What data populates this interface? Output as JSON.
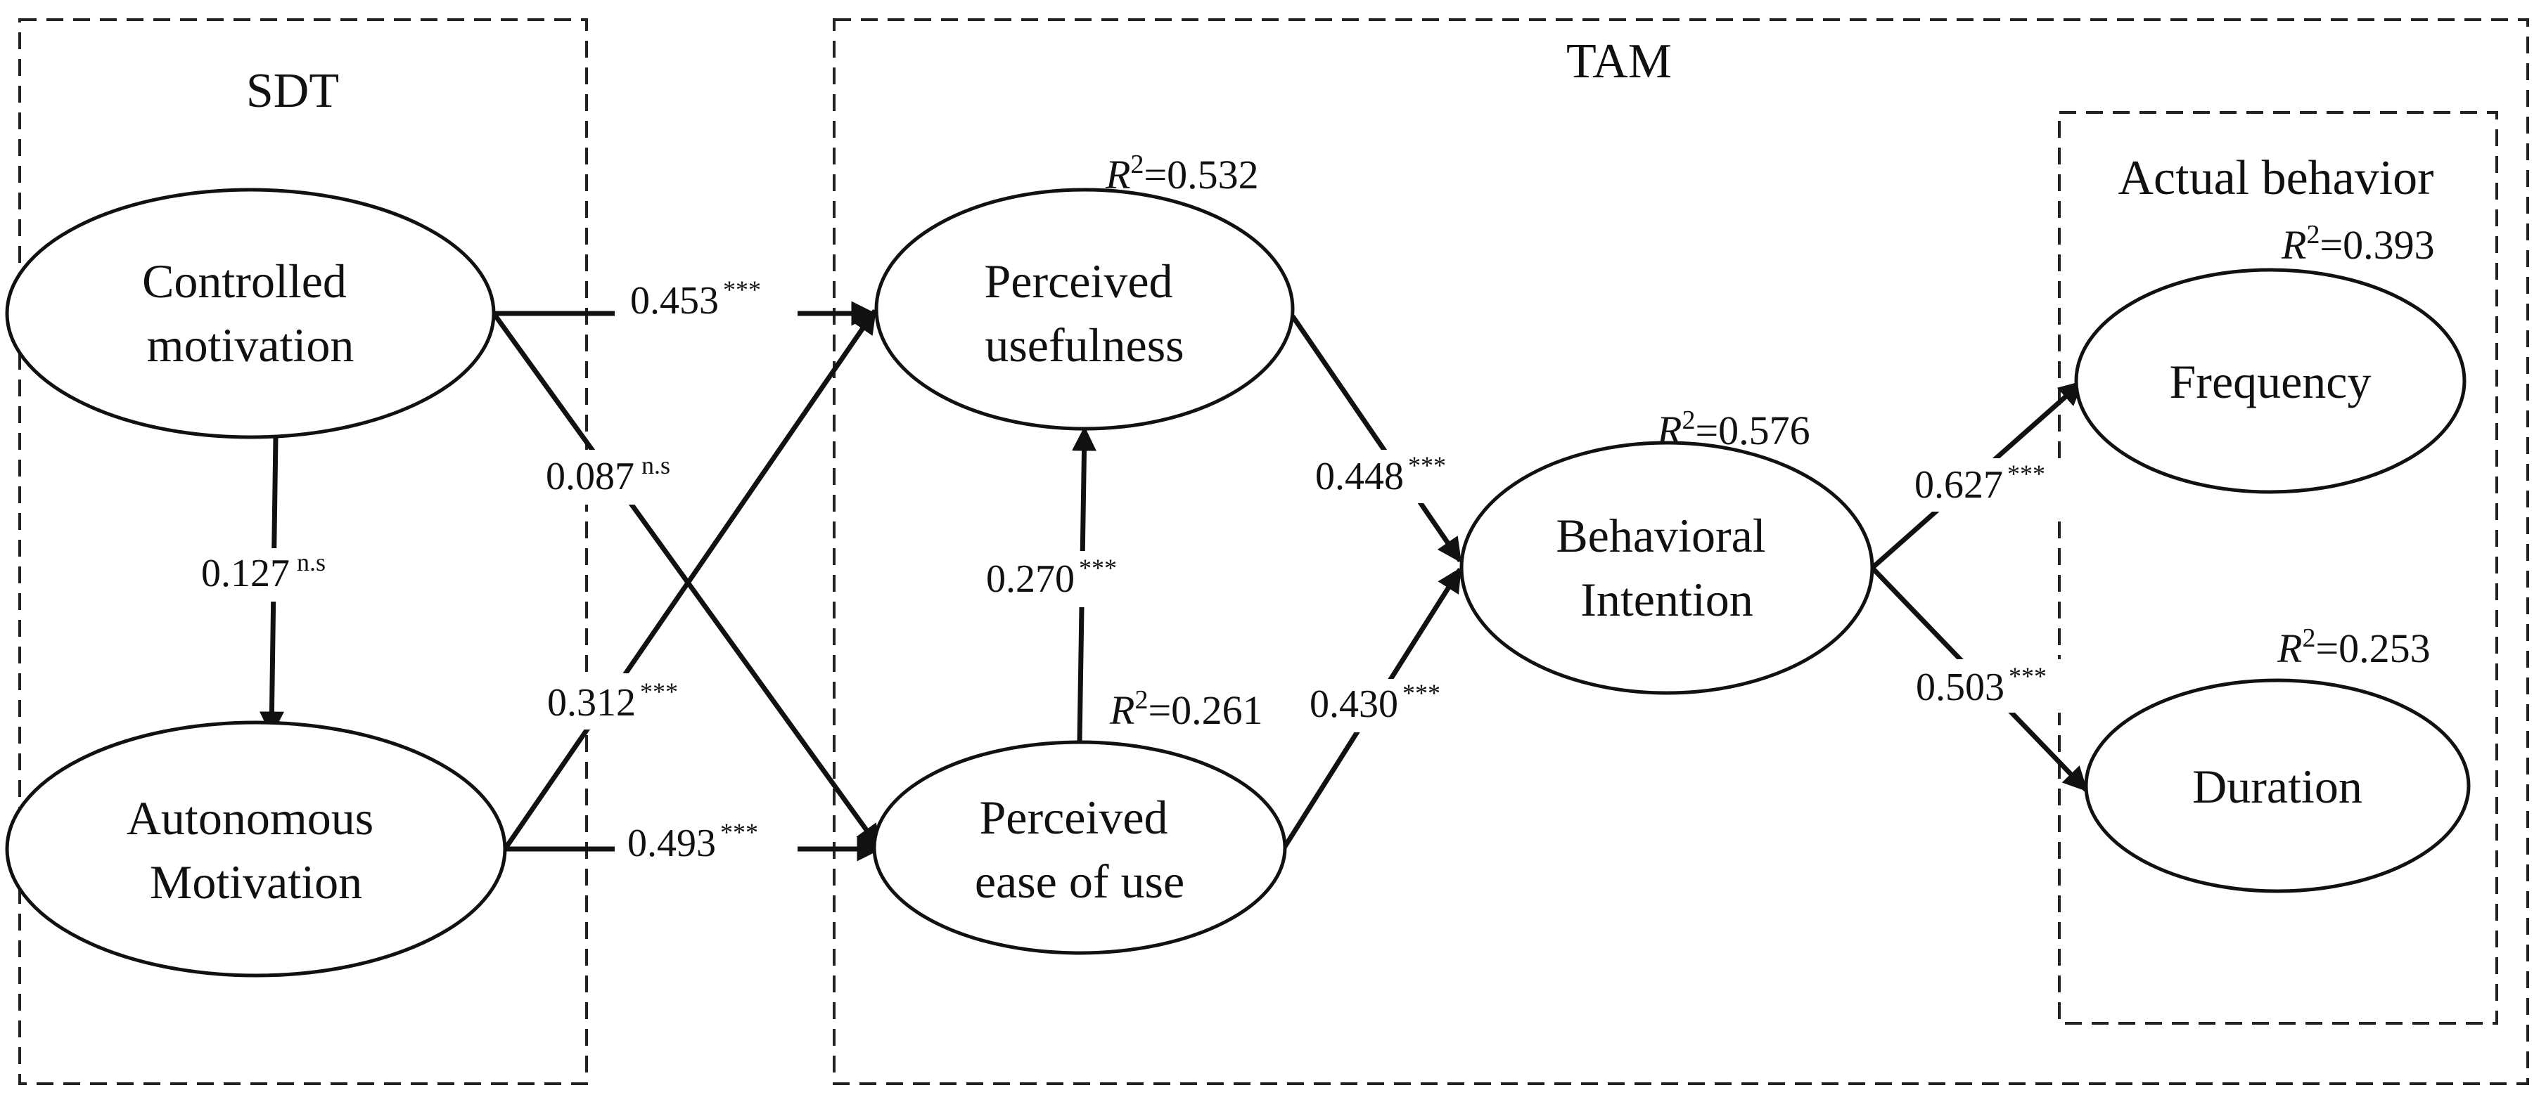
{
  "groups": {
    "sdt": "SDT",
    "tam": "TAM",
    "actual": "Actual behavior"
  },
  "nodes": {
    "controlled": [
      "Controlled",
      "motivation"
    ],
    "autonomous": [
      "Autonomous",
      "Motivation"
    ],
    "usefulness": [
      "Perceived",
      "usefulness"
    ],
    "ease": [
      "Perceived",
      "ease of use"
    ],
    "intention": [
      "Behavioral",
      "Intention"
    ],
    "frequency": [
      "Frequency"
    ],
    "duration": [
      "Duration"
    ]
  },
  "r2": {
    "prefix": "R",
    "power": "2",
    "usefulness": "=0.532",
    "ease": "=0.261",
    "intention": "=0.576",
    "frequency": "=0.393",
    "duration": "=0.253"
  },
  "paths": {
    "cm_pu": {
      "coef": "0.453",
      "sig": "***"
    },
    "cm_am": {
      "coef": "0.127",
      "sig": "n.s"
    },
    "cm_pe": {
      "coef": "0.087",
      "sig": "n.s"
    },
    "am_pu": {
      "coef": "0.312",
      "sig": "***"
    },
    "am_pe": {
      "coef": "0.493",
      "sig": "***"
    },
    "pe_pu": {
      "coef": "0.270",
      "sig": "***"
    },
    "pu_bi": {
      "coef": "0.448",
      "sig": "***"
    },
    "pe_bi": {
      "coef": "0.430",
      "sig": "***"
    },
    "bi_fr": {
      "coef": "0.627",
      "sig": "***"
    },
    "bi_du": {
      "coef": "0.503",
      "sig": "***"
    }
  }
}
